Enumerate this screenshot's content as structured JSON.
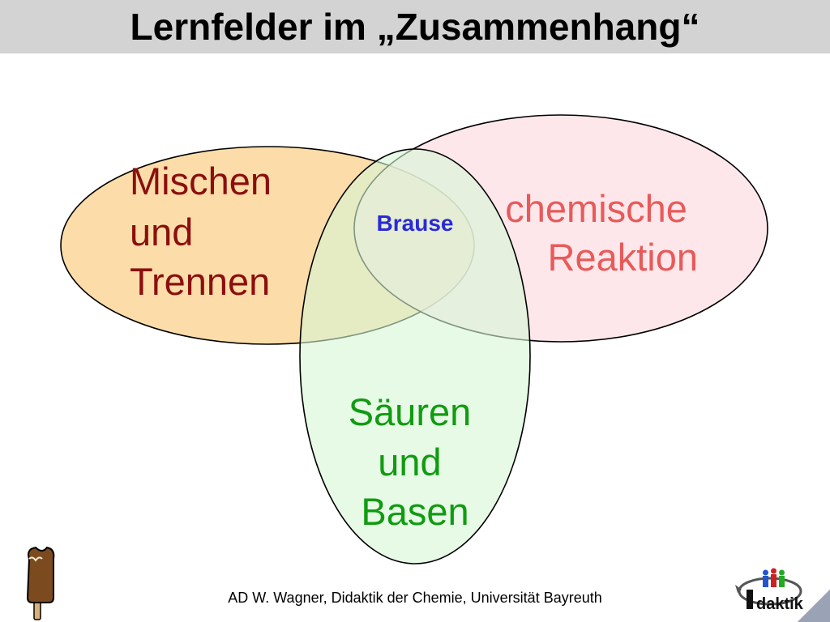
{
  "title": "Lernfelder im „Zusammenhang“",
  "diagram": {
    "sets": [
      {
        "lines": [
          "Mischen",
          "und",
          "Trennen"
        ],
        "color": "#8b0f0f",
        "fill": "#fbd79a"
      },
      {
        "lines": [
          "chemische",
          "Reaktion"
        ],
        "color": "#e85a5a",
        "fill": "#fcdfe3"
      },
      {
        "lines": [
          "Säuren",
          "und",
          "Basen"
        ],
        "color": "#119b11",
        "fill": "#d6f7d6"
      }
    ],
    "intersection_label": "Brause",
    "intersection_color": "#2a2ad6"
  },
  "footer": "AD W. Wagner, Didaktik der Chemie, Universität Bayreuth",
  "icons": {
    "left": "ice-cream-icon",
    "right": "didaktik-logo-icon"
  },
  "logo_text": "daktik"
}
